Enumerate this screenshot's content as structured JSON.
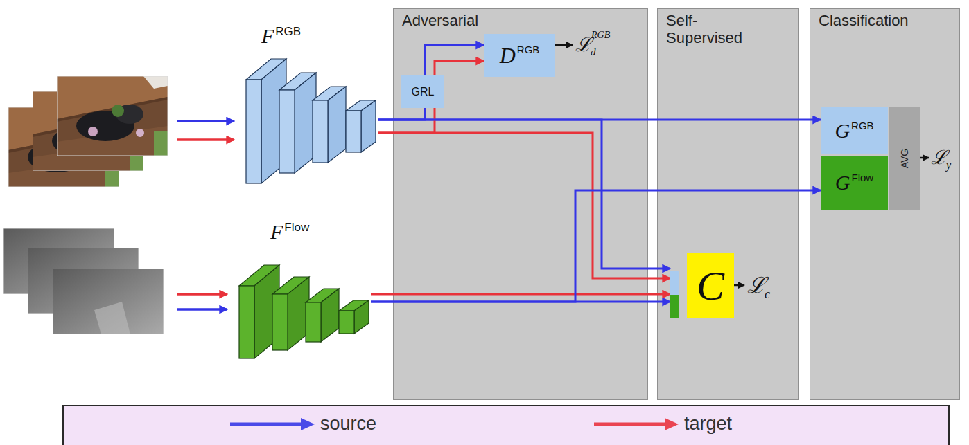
{
  "diagram": {
    "nodes": [
      {
        "text": [
          "F",
          "RGB"
        ]
      },
      {
        "text": [
          "F",
          "Flow"
        ]
      },
      {
        "text": [
          "Adversarial"
        ]
      },
      {
        "text": [
          "D",
          "RGB"
        ],
        "in": 2
      },
      {
        "text": [
          "GRL"
        ],
        "in": 2
      },
      {
        "text": [
          "Self- Supervised"
        ]
      },
      {
        "text": [
          "C"
        ],
        "in": 5
      },
      {
        "text": [
          "Classification"
        ]
      },
      {
        "text": [
          "G",
          "RGB"
        ],
        "in": 7
      },
      {
        "text": [
          "G",
          "Flow"
        ],
        "in": 7
      },
      {
        "text": [
          "AVG"
        ],
        "in": 7
      }
    ],
    "edges": [
      {
        "from": 0,
        "to": 8,
        "arrow": "to"
      },
      {
        "from": 0,
        "to": 4,
        "arrow": "none"
      },
      {
        "from": 4,
        "to": 3,
        "arrow": "to"
      },
      {
        "from": 0,
        "to": 6,
        "arrow": "to"
      },
      {
        "from": 1,
        "to": 6,
        "arrow": "to"
      },
      {
        "from": 1,
        "to": 9,
        "arrow": "to"
      }
    ],
    "labels": [
      "ℒ",
      "d",
      "RGB",
      "ℒ",
      "c",
      "ℒ",
      "y"
    ],
    "legend": [
      {
        "text": "source"
      },
      {
        "text": "target"
      }
    ]
  }
}
